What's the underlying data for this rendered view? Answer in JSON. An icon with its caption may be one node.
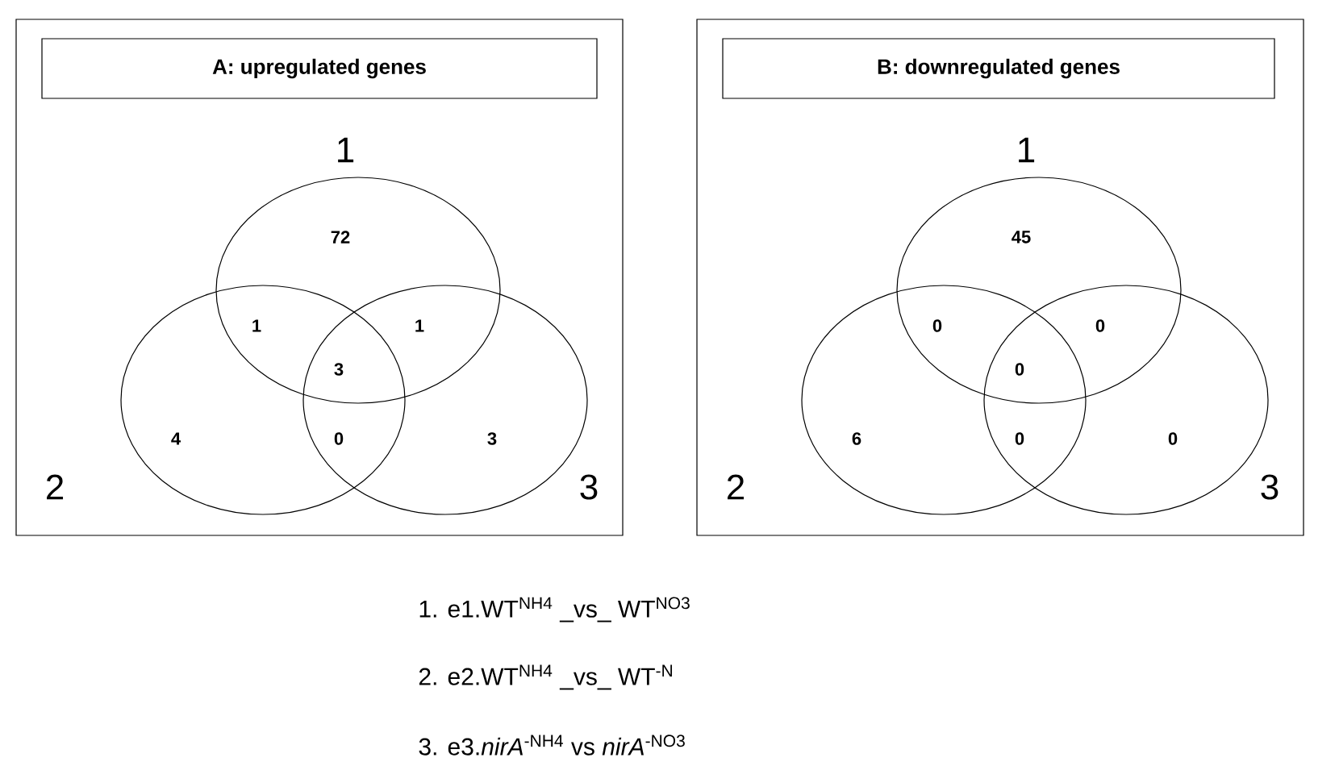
{
  "diagram": {
    "nodes": [
      {
        "text": [],
        "shape": "box"
      },
      {
        "text": [
          "A: upregulated genes"
        ],
        "in": 0
      },
      {
        "text": [],
        "shape": "box"
      },
      {
        "text": [
          "B: downregulated genes"
        ],
        "in": 2
      }
    ],
    "labels": [
      "1",
      "72",
      "1",
      "1",
      "3",
      "2",
      "4",
      "0",
      "3",
      "3",
      "1",
      "45",
      "0",
      "0",
      "0",
      "2",
      "6",
      "0",
      "0",
      "3",
      "1. e1.WT$^{NH4}$ _vs_ WT$^{NO3}$",
      "2. e2.WT$^{NH4}$ _vs_ WT$^{-N}$",
      "3. e3.*nirA*$^{-NH4}$ vs *nirA*$^{-NO3}$"
    ]
  }
}
